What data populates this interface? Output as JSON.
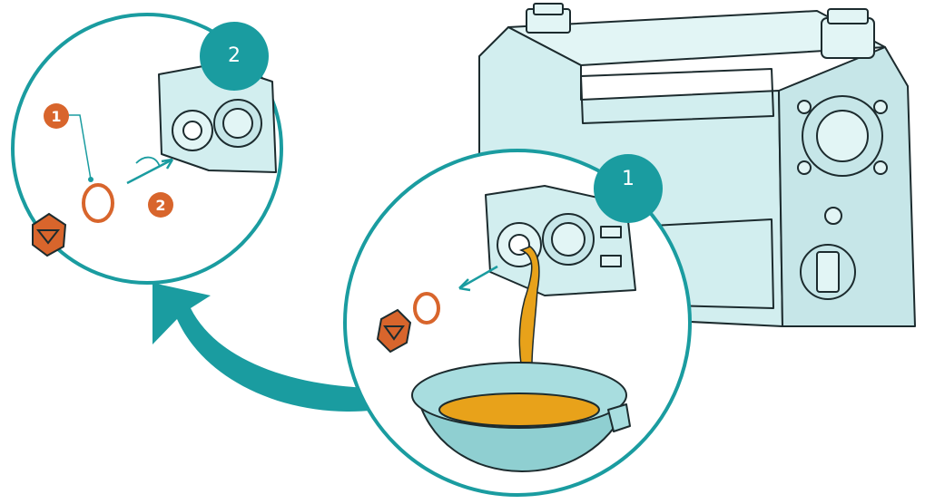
{
  "steps": {
    "step1_badge": "1",
    "step2_badge": "2"
  },
  "callouts": {
    "oring_marker": "1",
    "reinstall_marker": "2"
  },
  "colors": {
    "teal_accent": "#1a9ca0",
    "body_fill": "#d2eeef",
    "orange_part": "#d8652c",
    "oil": "#e8a21a",
    "outline": "#1c2b2e"
  }
}
